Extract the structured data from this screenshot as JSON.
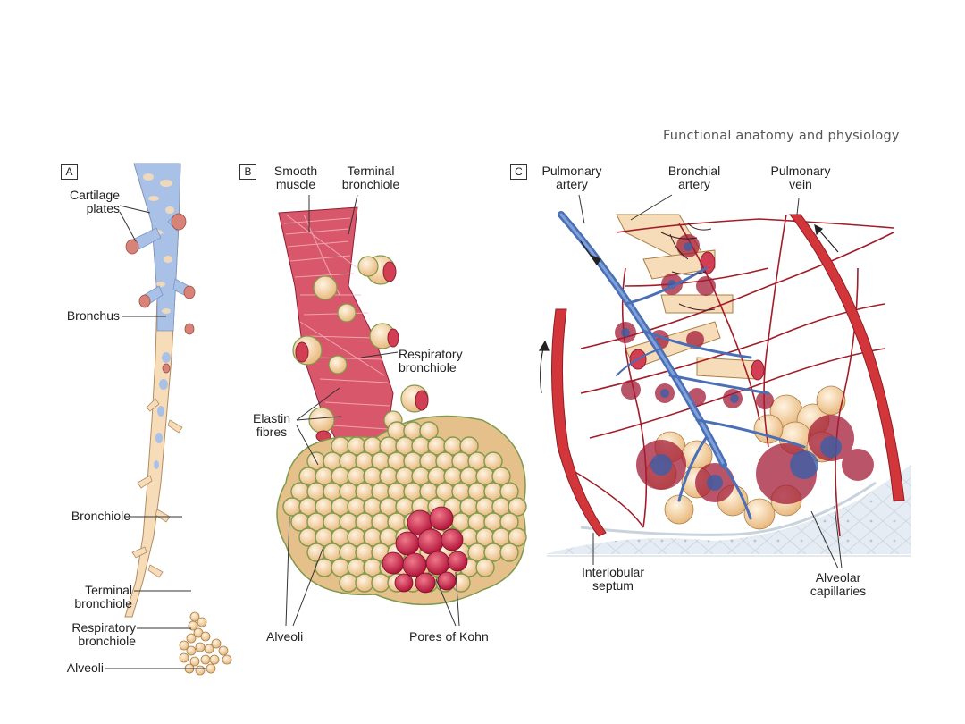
{
  "header": "Functional anatomy and physiology",
  "panels": {
    "a": {
      "tag": "A",
      "labels": {
        "cartilage": "Cartilage\nplates",
        "bronchus": "Bronchus",
        "bronchiole": "Bronchiole",
        "terminal": "Terminal\nbronchiole",
        "respiratory": "Respiratory\nbronchiole",
        "alveoli": "Alveoli"
      }
    },
    "b": {
      "tag": "B",
      "labels": {
        "smooth": "Smooth\nmuscle",
        "terminal": "Terminal\nbronchiole",
        "respiratory": "Respiratory\nbronchiole",
        "elastin": "Elastin\nfibres",
        "alveoli": "Alveoli",
        "pores": "Pores of Kohn"
      }
    },
    "c": {
      "tag": "C",
      "labels": {
        "partery": "Pulmonary\nartery",
        "bartery": "Bronchial\nartery",
        "pvein": "Pulmonary\nvein",
        "septum": "Interlobular\nseptum",
        "capillaries": "Alveolar\ncapillaries"
      }
    }
  },
  "colors": {
    "cartilage_blue": "#a9c1e6",
    "airway_tan": "#f6dcb8",
    "muscle_red": "#c8344a",
    "elastin_green": "#7f9a4d",
    "artery_blue": "#4a6fb5",
    "vein_red": "#d2363a"
  }
}
